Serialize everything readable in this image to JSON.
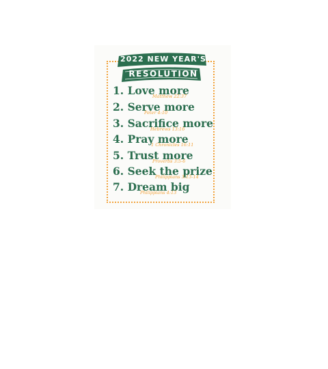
{
  "banner": {
    "line1": "2022 NEW YEAR'S",
    "line2": "RESOLUTION"
  },
  "resolutions": [
    {
      "text": "1. Love more",
      "verse": "Matthew 22:37"
    },
    {
      "text": "2. Serve more",
      "verse": "Peter 4:10"
    },
    {
      "text": "3. Sacrifice more",
      "verse": "Hebrews 13:16"
    },
    {
      "text": "4. Pray more",
      "verse": "1 Chronicles 16:11"
    },
    {
      "text": "5. Trust more",
      "verse": "Proverbs 3:5-6"
    },
    {
      "text": "6. Seek the prize",
      "verse": "Philippians 3:13-14"
    },
    {
      "text": "7. Dream big",
      "verse": "Philippians 4:13"
    }
  ],
  "colors": {
    "green": "#2b6e4f",
    "gold": "#f2a23a",
    "card": "#fbfbf9"
  }
}
